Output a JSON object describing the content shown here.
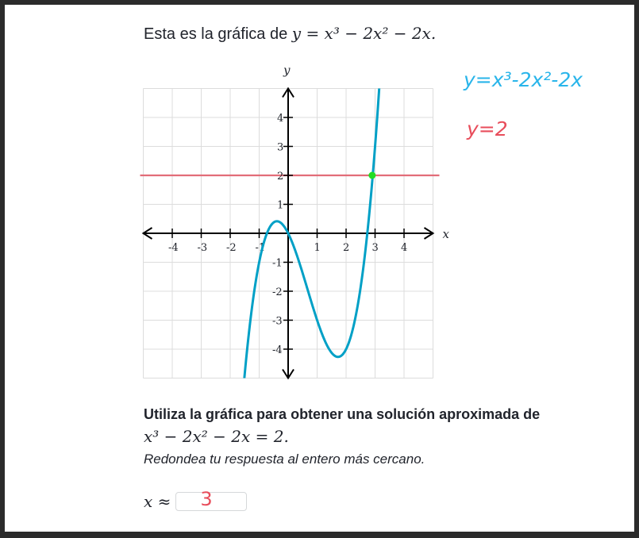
{
  "intro": {
    "prefix": "Esta es la gráfica de",
    "equation": "y = x³ − 2x² − 2x."
  },
  "chart_data": {
    "type": "line",
    "function": "y = x^3 - 2x^2 - 2x",
    "xlim": [
      -5,
      5
    ],
    "ylim": [
      -5,
      5
    ],
    "grid": true,
    "xlabel": "x",
    "ylabel": "y",
    "x_ticks": [
      "-4",
      "-3",
      "-2",
      "-1",
      "1",
      "2",
      "3",
      "4"
    ],
    "y_ticks": [
      "4",
      "3",
      "2",
      "1",
      "-1",
      "-2",
      "-3",
      "-4"
    ],
    "horizontal_line": {
      "y": 2
    },
    "highlight_point": {
      "x": 2.9,
      "y": 2
    },
    "colors": {
      "curve": "#00a0c6",
      "line": "#e26d78",
      "point": "#22dd22",
      "grid": "#dcdcdc"
    }
  },
  "scratchpad": {
    "line1": "y=x³-2x²-2x",
    "line2": "y=2",
    "color1": "#29b5ea",
    "color2": "#e84d5b"
  },
  "question": {
    "prompt": "Utiliza la gráfica para obtener una solución aproximada de",
    "equation": "x³ − 2x² − 2x = 2.",
    "hint": "Redondea tu respuesta al entero más cercano."
  },
  "answer": {
    "label": "x ≈",
    "value": "3"
  }
}
